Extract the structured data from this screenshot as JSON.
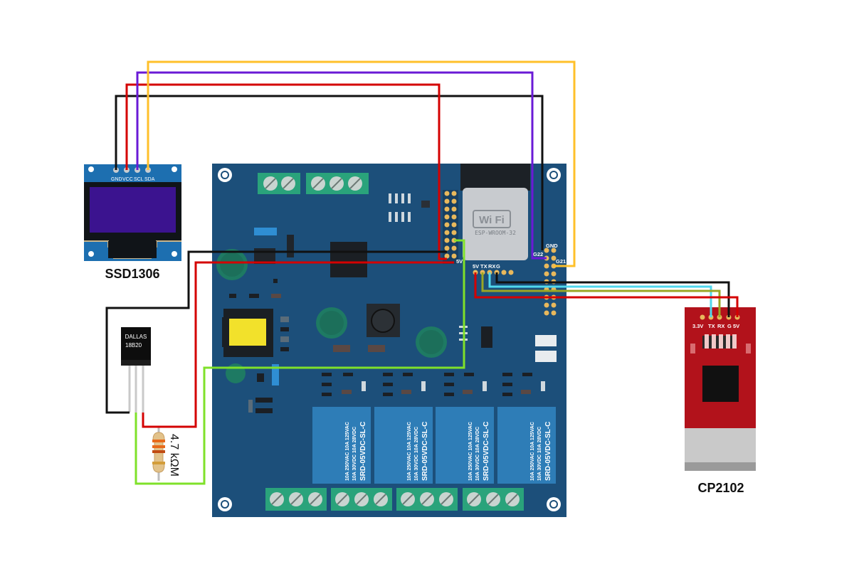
{
  "diagram": {
    "oled": {
      "label": "SSD1306",
      "pins": [
        "GND",
        "VCC",
        "SCL",
        "SDA"
      ]
    },
    "sensor": {
      "line1": "DALLAS",
      "line2": "18B20"
    },
    "resistor": {
      "label": "4.7 kΩM"
    },
    "usb_serial": {
      "label": "CP2102",
      "pins": [
        "3.3V",
        "TX",
        "RX",
        "G",
        "5V"
      ]
    },
    "board": {
      "module_logo": "Wi Fi",
      "module_name": "ESP-WROOM-32",
      "pins": {
        "gnd": "GND",
        "g21": "G21",
        "g22": "G22",
        "v5": "5V"
      },
      "serial_header": [
        "5V",
        "TX",
        "RX",
        "G"
      ],
      "relays": [
        {
          "spec1": "10A 250VAC 10A 125VAC",
          "spec2": "10A 30VDC 10A 28VDC",
          "model": "SRD-05VDC-SL-C"
        },
        {
          "spec1": "10A 250VAC 10A 125VAC",
          "spec2": "10A 30VDC 10A 28VDC",
          "model": "SRD-05VDC-SL-C"
        },
        {
          "spec1": "10A 250VAC 10A 125VAC",
          "spec2": "10A 30VDC 10A 28VDC",
          "model": "SRD-05VDC-SL-C"
        },
        {
          "spec1": "10A 250VAC 10A 125VAC",
          "spec2": "10A 30VDC 10A 28VDC",
          "model": "SRD-05VDC-SL-C"
        }
      ]
    },
    "wire_colors": {
      "gnd": "#111111",
      "vcc": "#d40000",
      "scl": "#6a1ad6",
      "sda": "#ffc02a",
      "data": "#7fe12a",
      "tx": "#4fd8ee",
      "rx": "#9aa624"
    },
    "colors": {
      "pcb": "#1c4f7a",
      "relay": "#2e7db7",
      "terminal": "#2aa37b",
      "oled_pcb": "#1d6fb0",
      "cp2102_pcb": "#b2121b"
    }
  }
}
